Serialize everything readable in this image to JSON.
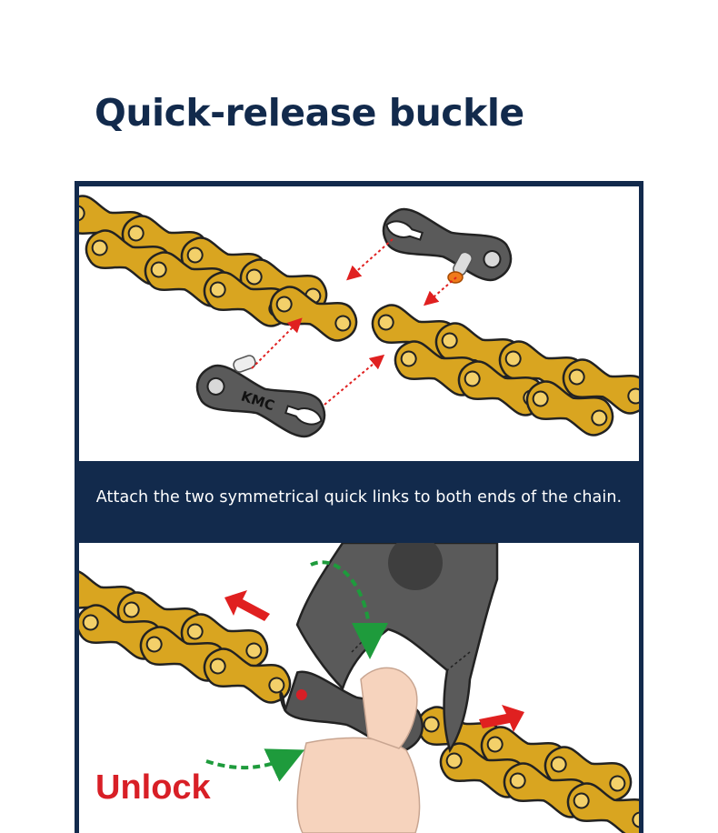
{
  "title": "Quick-release buckle",
  "step1": {
    "caption": "Attach the two symmetrical quick links to both ends of the chain.",
    "link_brand": "KMC"
  },
  "step2": {
    "label": "Unlock"
  },
  "colors": {
    "navy": "#122a4c",
    "chain_gold": "#d9a520",
    "link_gray": "#5a5a5a",
    "arrow_red": "#e02020",
    "arrow_green": "#1e9b3c",
    "pin_orange": "#f07a1a"
  }
}
